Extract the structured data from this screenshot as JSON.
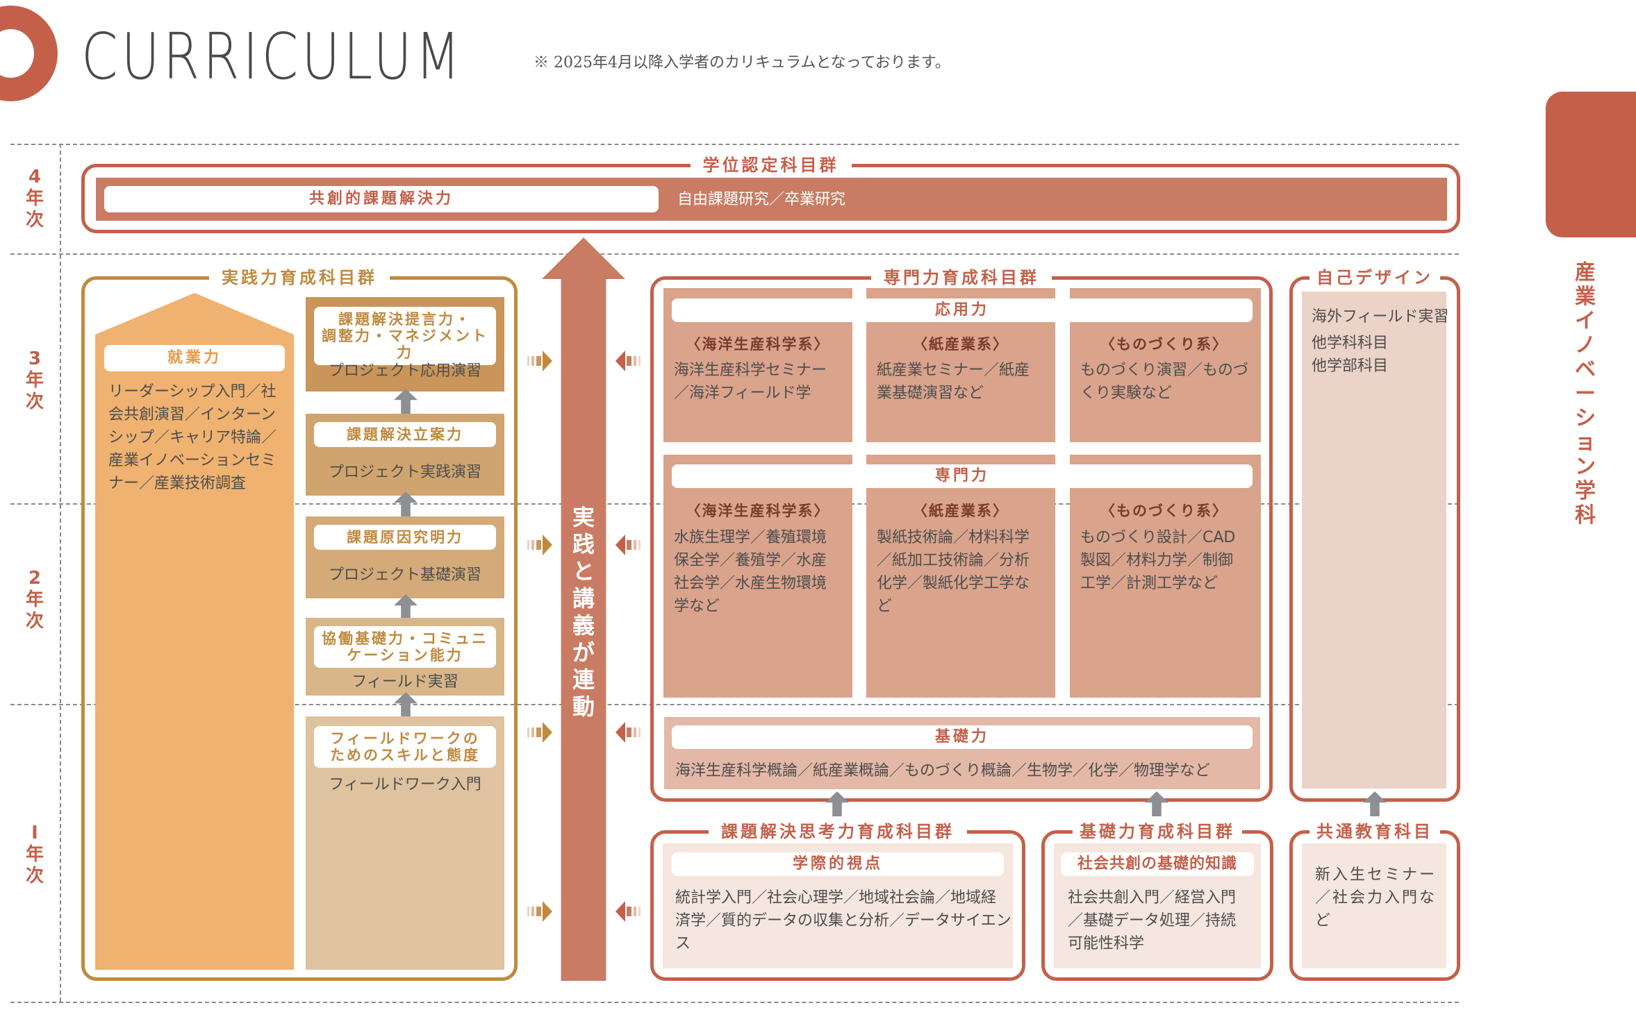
{
  "header": {
    "title": "CURRICULUM",
    "note": "※ 2025年4月以降入学者のカリキュラムとなっております。"
  },
  "department_tab": {
    "label_chars": [
      "産",
      "業",
      "イ",
      "ノ",
      "ベ",
      "ー",
      "シ",
      "ョ",
      "ン",
      "学",
      "科"
    ],
    "color": "#c4604a"
  },
  "years": [
    {
      "num": "4",
      "chars": [
        "年",
        "次"
      ]
    },
    {
      "num": "3",
      "chars": [
        "年",
        "次"
      ]
    },
    {
      "num": "2",
      "chars": [
        "年",
        "次"
      ]
    },
    {
      "num": "I",
      "chars": [
        "年",
        "次"
      ]
    }
  ],
  "degree_group": {
    "title": "学位認定科目群",
    "pill": "共創的課題解決力",
    "courses": "自由課題研究／卒業研究"
  },
  "practical_group": {
    "title": "実践力育成科目群",
    "employability": {
      "label": "就業力",
      "courses_lines": [
        "リーダーシップ入門／社",
        "会共創演習／インターン",
        "シップ／キャリア特論／",
        "産業イノベーションセミ",
        "ナー／産業技術調査"
      ]
    },
    "stages": [
      {
        "label_lines": [
          "課題解決提言力・",
          "調整力・マネジメント力"
        ],
        "course": "プロジェクト応用演習",
        "color": "#c9955a"
      },
      {
        "label_lines": [
          "課題解決立案力"
        ],
        "course": "プロジェクト実践演習",
        "color": "#cfa46e"
      },
      {
        "label_lines": [
          "課題原因究明力"
        ],
        "course": "プロジェクト基礎演習",
        "color": "#d3aa78"
      },
      {
        "label_lines": [
          "協働基礎力・コミュニ",
          "ケーション能力"
        ],
        "course": "フィールド実習",
        "color": "#d8b689"
      },
      {
        "label_lines": [
          "フィールドワークの",
          "ためのスキルと態度"
        ],
        "course": "フィールドワーク入門",
        "color": "#dfc2a0"
      }
    ]
  },
  "center_arrow": {
    "label_chars": [
      "実",
      "践",
      "と",
      "講",
      "義",
      "が",
      "連",
      "動"
    ]
  },
  "specialized_group": {
    "title": "専門力育成科目群",
    "applied": {
      "label": "応用力",
      "tracks": [
        {
          "name": "〈海洋生産科学系〉",
          "lines": [
            "海洋生産科学セミナー",
            "／海洋フィールド学"
          ]
        },
        {
          "name": "〈紙産業系〉",
          "lines": [
            "紙産業セミナー／紙産",
            "業基礎演習など"
          ]
        },
        {
          "name": "〈ものづくり系〉",
          "lines": [
            "ものづくり演習／ものづ",
            "くり実験など"
          ]
        }
      ]
    },
    "specialized": {
      "label": "専門力",
      "tracks": [
        {
          "name": "〈海洋生産科学系〉",
          "lines": [
            "水族生理学／養殖環境",
            "保全学／養殖学／水産",
            "社会学／水産生物環境",
            "学など"
          ]
        },
        {
          "name": "〈紙産業系〉",
          "lines": [
            "製紙技術論／材料科学",
            "／紙加工技術論／分析",
            "化学／製紙化学工学な",
            "ど"
          ]
        },
        {
          "name": "〈ものづくり系〉",
          "lines": [
            "ものづくり設計／CAD",
            "製図／材料力学／制御",
            "工学／計測工学など"
          ]
        }
      ]
    },
    "basic": {
      "label": "基礎力",
      "courses": "海洋生産科学概論／紙産業概論／ものづくり概論／生物学／化学／物理学など"
    }
  },
  "self_design": {
    "title": "自己デザイン",
    "items": [
      "海外フィールド実習",
      "他学科科目",
      "他学部科目"
    ]
  },
  "problem_solving_group": {
    "title": "課題解決思考力育成科目群",
    "label": "学際的視点",
    "lines": [
      "統計学入門／社会心理学／地域社会論／地域経",
      "済学／質的データの収集と分析／データサイエン",
      "ス"
    ]
  },
  "foundation_group": {
    "title": "基礎力育成科目群",
    "label": "社会共創の基礎的知識",
    "lines": [
      "社会共創入門／経営入門",
      "／基礎データ処理／持続",
      "可能性科学"
    ]
  },
  "common_group": {
    "title": "共通教育科目",
    "lines": [
      "新入生セミナー",
      "／社会力入門な",
      "ど"
    ]
  },
  "colors": {
    "accent_red": "#c4604a",
    "accent_orange": "#c08a3e",
    "arrow_red": "#c97c63",
    "gray_arrow": "#8e8f92"
  }
}
